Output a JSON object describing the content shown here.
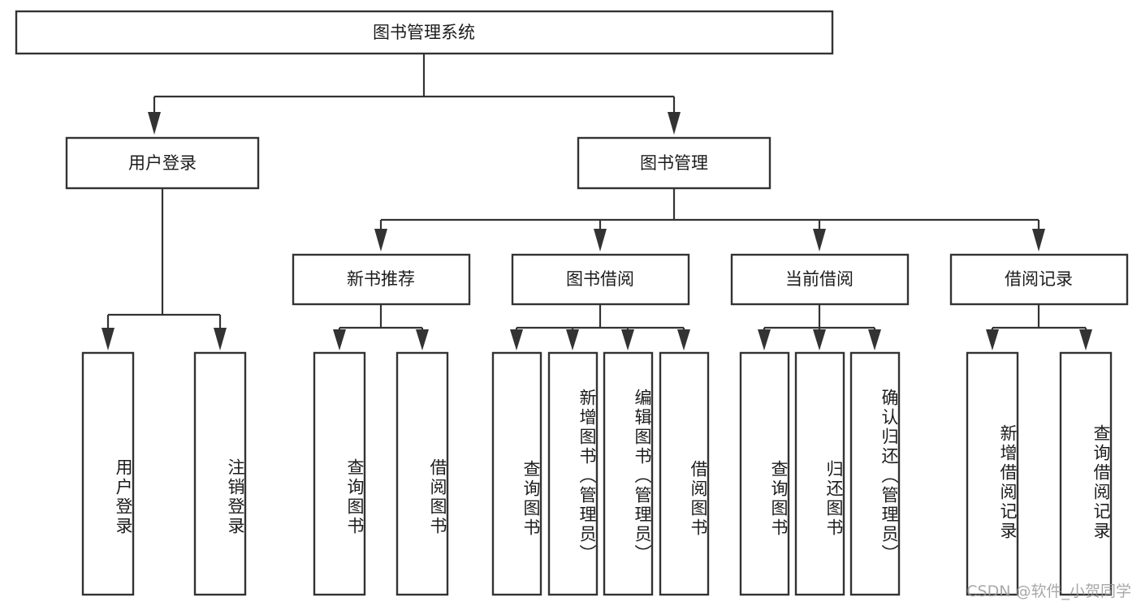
{
  "diagram": {
    "type": "tree-hierarchy",
    "title": "图书管理系统",
    "orientation": "top-down",
    "root": {
      "label": "图书管理系统"
    },
    "level2": [
      {
        "id": "user-login",
        "label": "用户登录"
      },
      {
        "id": "book-management",
        "label": "图书管理"
      }
    ],
    "level3": [
      {
        "id": "new-book-recommend",
        "label": "新书推荐",
        "parent": "book-management"
      },
      {
        "id": "book-borrow",
        "label": "图书借阅",
        "parent": "book-management"
      },
      {
        "id": "current-borrow",
        "label": "当前借阅",
        "parent": "book-management"
      },
      {
        "id": "borrow-record",
        "label": "借阅记录",
        "parent": "book-management"
      }
    ],
    "leaves": [
      {
        "id": "leaf-user-login",
        "label": "用户登录",
        "parent": "user-login"
      },
      {
        "id": "leaf-logout-login",
        "label": "注销登录",
        "parent": "user-login"
      },
      {
        "id": "leaf-query-book-1",
        "label": "查询图书",
        "parent": "new-book-recommend"
      },
      {
        "id": "leaf-borrow-book-1",
        "label": "借阅图书",
        "parent": "new-book-recommend"
      },
      {
        "id": "leaf-query-book-2",
        "label": "查询图书",
        "parent": "book-borrow"
      },
      {
        "id": "leaf-add-book",
        "label": "新增图书（管理员）",
        "parent": "book-borrow"
      },
      {
        "id": "leaf-edit-book",
        "label": "编辑图书（管理员）",
        "parent": "book-borrow"
      },
      {
        "id": "leaf-borrow-book-2",
        "label": "借阅图书",
        "parent": "book-borrow"
      },
      {
        "id": "leaf-query-book-3",
        "label": "查询图书",
        "parent": "current-borrow"
      },
      {
        "id": "leaf-return-book",
        "label": "归还图书",
        "parent": "current-borrow"
      },
      {
        "id": "leaf-confirm-return",
        "label": "确认归还（管理员）",
        "parent": "current-borrow"
      },
      {
        "id": "leaf-add-record",
        "label": "新增借阅记录",
        "parent": "borrow-record"
      },
      {
        "id": "leaf-query-record",
        "label": "查询借阅记录",
        "parent": "borrow-record"
      }
    ]
  },
  "watermark": {
    "text": "CSDN @软件_小贺同学"
  },
  "colors": {
    "stroke": "#333333",
    "fill": "#ffffff",
    "text": "#1c1c1c",
    "watermark": "#9a9a9a"
  }
}
